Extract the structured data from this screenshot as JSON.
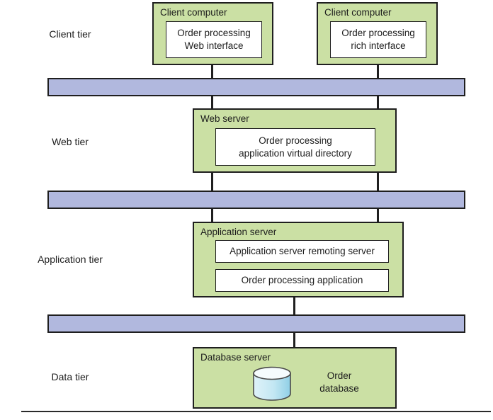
{
  "colors": {
    "node_fill": "#cbe0a4",
    "bar_fill": "#b1b8de",
    "border_dark": "#1f1f1f",
    "component_fill": "#ffffff",
    "text_color": "#1c1c1c",
    "cylinder_top": "#f5fbfd",
    "cylinder_body_light": "#d8eef7",
    "cylinder_body_dark": "#8fcfe6",
    "cylinder_outline": "#4a4a4a"
  },
  "diagram": {
    "tier_labels": {
      "client": "Client tier",
      "web": "Web tier",
      "application": "Application tier",
      "data": "Data tier"
    },
    "nodes": {
      "client1": {
        "title": "Client computer",
        "component": "Order processing\nWeb interface"
      },
      "client2": {
        "title": "Client computer",
        "component": "Order processing\nrich interface"
      },
      "web_server": {
        "title": "Web server",
        "component": "Order processing\napplication virtual directory"
      },
      "app_server": {
        "title": "Application server",
        "components": [
          "Application server remoting server",
          "Order processing application"
        ]
      },
      "db_server": {
        "title": "Database server",
        "database_label": "Order\ndatabase"
      }
    }
  }
}
